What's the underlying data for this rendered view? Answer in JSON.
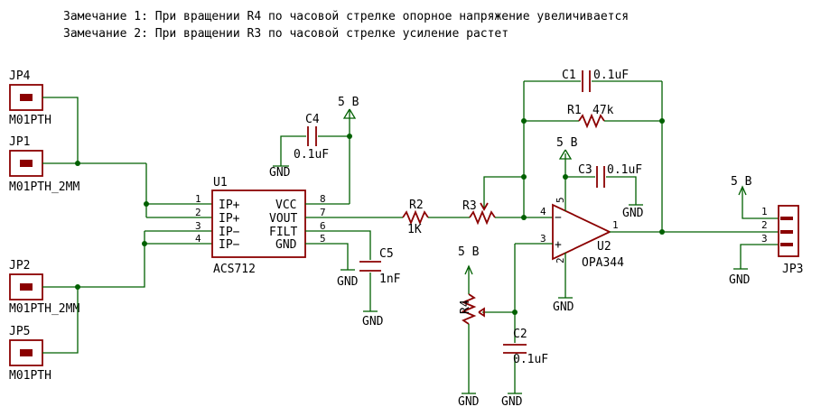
{
  "notes": [
    "Замечание 1: При вращении R4 по часовой стрелке опорное напряжение увеличивается",
    "Замечание 2: При вращении R3 по часовой стрелке усиление растет"
  ],
  "connectors": {
    "jp4": {
      "ref": "JP4",
      "value": "M01PTH"
    },
    "jp1": {
      "ref": "JP1",
      "value": "M01PTH_2MM"
    },
    "jp2": {
      "ref": "JP2",
      "value": "M01PTH_2MM"
    },
    "jp5": {
      "ref": "JP5",
      "value": "M01PTH"
    },
    "jp3": {
      "ref": "JP3",
      "pins": [
        "1",
        "2",
        "3"
      ]
    }
  },
  "u1": {
    "ref": "U1",
    "value": "ACS712",
    "left_pins": [
      {
        "num": "1",
        "name": "IP+"
      },
      {
        "num": "2",
        "name": "IP+"
      },
      {
        "num": "3",
        "name": "IP−"
      },
      {
        "num": "4",
        "name": "IP−"
      }
    ],
    "right_pins": [
      {
        "num": "8",
        "name": "VCC"
      },
      {
        "num": "7",
        "name": "VOUT"
      },
      {
        "num": "6",
        "name": "FILT"
      },
      {
        "num": "5",
        "name": "GND"
      }
    ]
  },
  "u2": {
    "ref": "U2",
    "value": "OPA344",
    "pins": {
      "inv": "4",
      "noninv": "3",
      "out": "1",
      "vcc": "5",
      "gnd": "2"
    },
    "minus": "−",
    "plus": "+"
  },
  "c1": {
    "ref": "C1",
    "value": "0.1uF"
  },
  "c2": {
    "ref": "C2",
    "value": "0.1uF"
  },
  "c3": {
    "ref": "C3",
    "value": "0.1uF"
  },
  "c4": {
    "ref": "C4",
    "value": "0.1uF"
  },
  "c5": {
    "ref": "C5",
    "value": "1nF"
  },
  "r1": {
    "ref": "R1",
    "value": "47k"
  },
  "r2": {
    "ref": "R2",
    "value": "1K"
  },
  "r3": {
    "ref": "R3"
  },
  "r4": {
    "ref": "R4"
  },
  "supply_label": "5 В",
  "ground_label": "GND",
  "colors": {
    "wire": "#006000",
    "part": "#8b0000",
    "text": "#000000"
  }
}
